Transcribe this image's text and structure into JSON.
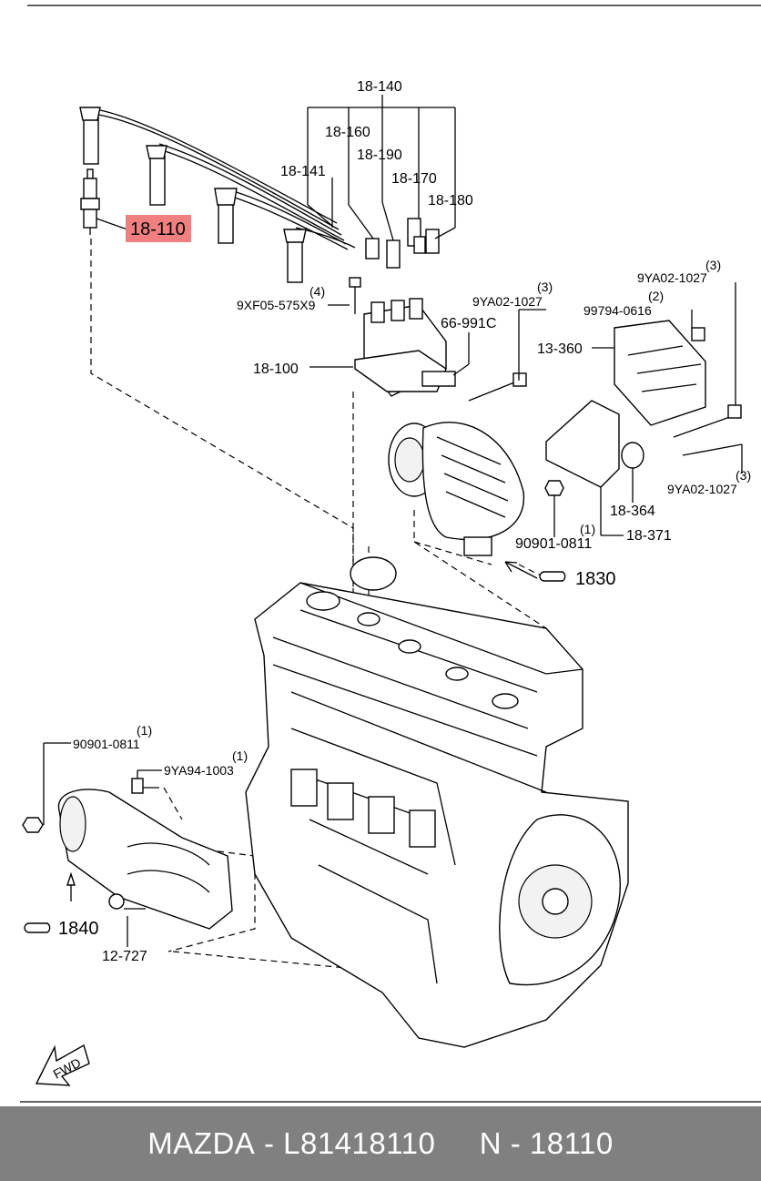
{
  "highlight_color": "#f08080",
  "labels": {
    "p18_140": "18-140",
    "p18_160": "18-160",
    "p18_190": "18-190",
    "p18_141": "18-141",
    "p18_170": "18-170",
    "p18_180": "18-180",
    "p18_110": "18-110",
    "qty4": "(4)",
    "p9xf05": "9XF05-575X9",
    "qty3a": "(3)",
    "p9ya02_a": "9YA02-1027",
    "qty3b": "(3)",
    "p9ya02_b": "9YA02-1027",
    "qty2": "(2)",
    "p99794": "99794-0616",
    "p66_991c": "66-991C",
    "p13_360": "13-360",
    "p18_100": "18-100",
    "qty3c": "(3)",
    "p9ya02_c": "9YA02-1027",
    "p18_364": "18-364",
    "qty1a": "(1)",
    "p90901_a": "90901-0811",
    "p18_371": "18-371",
    "ref1830": "1830",
    "qty1b": "(1)",
    "p90901_b": "90901-0811",
    "qty1c": "(1)",
    "p9ya94": "9YA94-1003",
    "ref1840": "1840",
    "p12_727": "12-727",
    "fwd": "FWD"
  },
  "footer": {
    "brand": "MAZDA",
    "separator": " - ",
    "part_number": "L81418110",
    "ref_prefix": "N - ",
    "ref_number": "18110"
  }
}
